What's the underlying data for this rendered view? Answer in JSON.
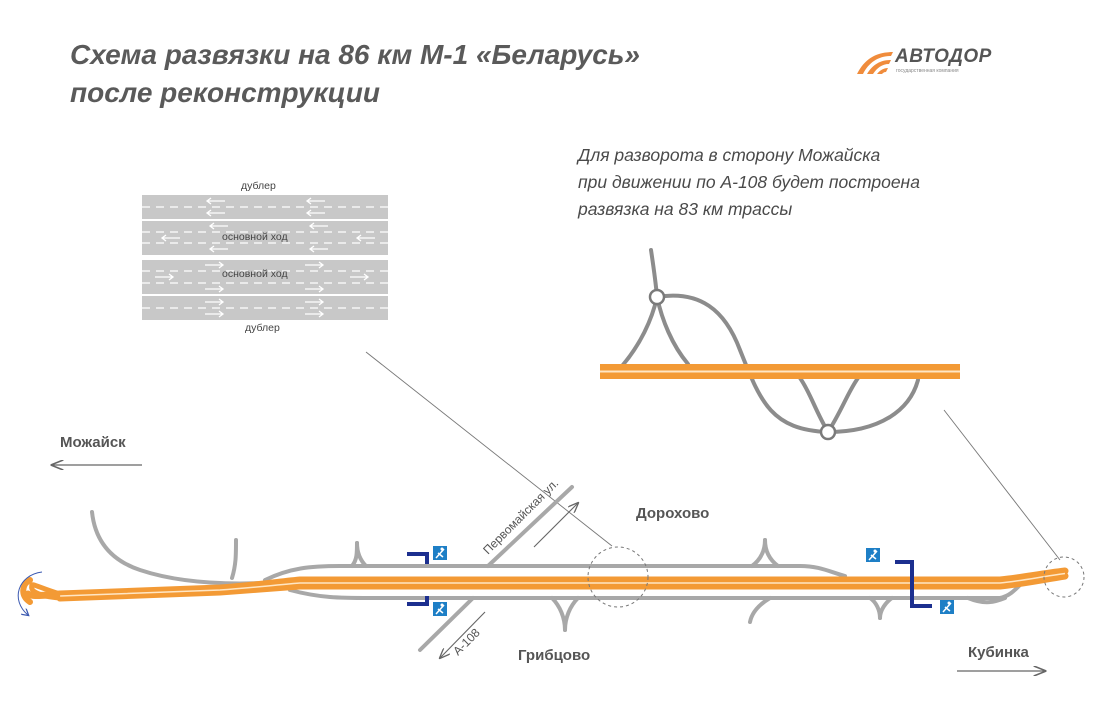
{
  "header": {
    "title_line1": "Схема развязки на 86 км М-1 «Беларусь»",
    "title_line2": "после реконструкции"
  },
  "logo": {
    "name": "АВТОДОР",
    "subtitle": "государственная компания",
    "colors": {
      "mark": "#f08c3c",
      "text": "#555555"
    },
    "icon": "autodor-logo-mark"
  },
  "note": {
    "line1": "Для разворота в сторону Можайска",
    "line2": "при движении по А-108 будет построена",
    "line3": "развязка на 83 км трассы"
  },
  "cross_section": {
    "top_service_road": "дублер",
    "main_lanes_1": "основной ход",
    "main_lanes_2": "основной ход",
    "bottom_service_road": "дублер"
  },
  "places": {
    "mozhaisk": "Можайск",
    "dorokhovo": "Дорохово",
    "gribtsovo": "Грибцово",
    "kubinka": "Кубинка",
    "pervomaiskaya": "Первомайская ул.",
    "a108": "А-108"
  },
  "colors": {
    "highway": "#f39a35",
    "highway_center": "#ffe6c4",
    "road": "#a8a8a8",
    "pedestrian_sign": "#1e7fc6",
    "crossing": "#1c2f8f"
  }
}
